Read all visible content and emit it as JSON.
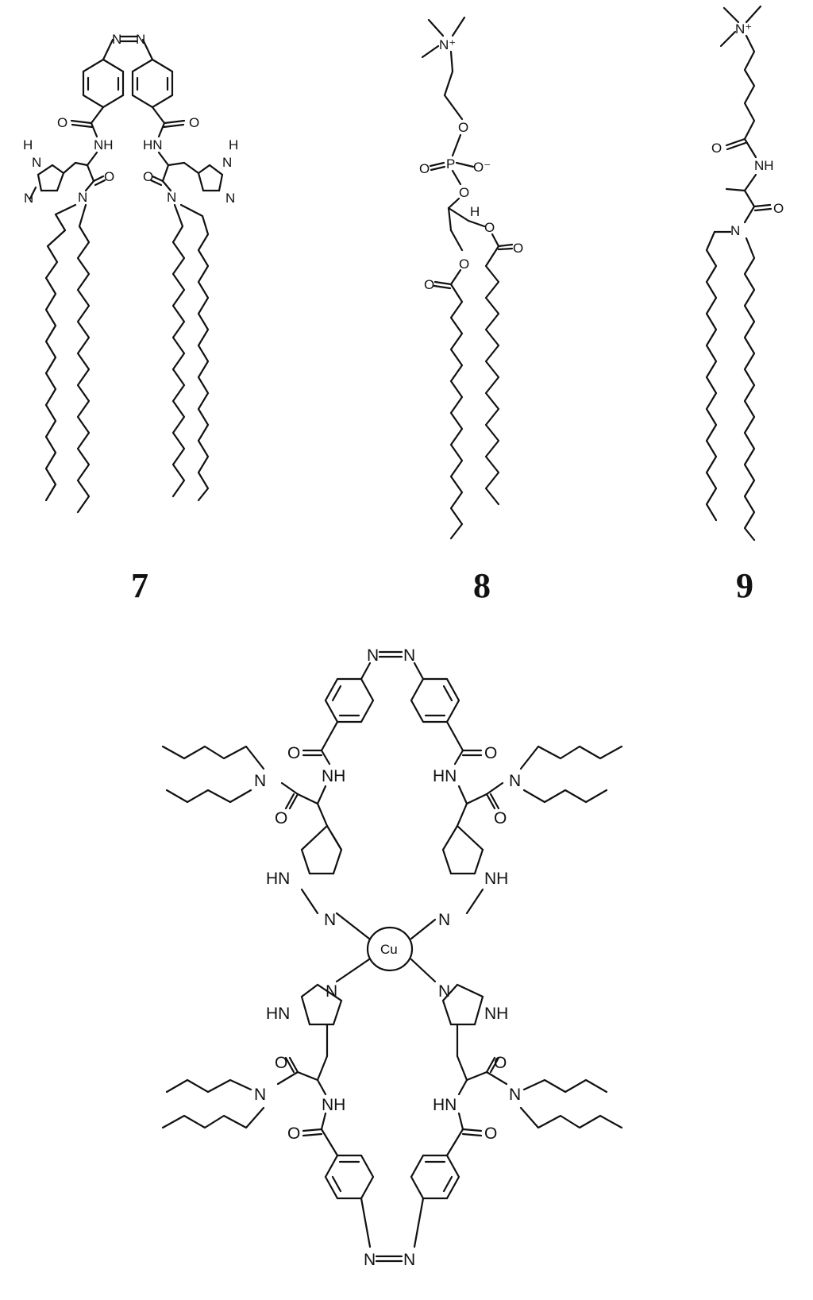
{
  "compounds": [
    {
      "label": "7"
    },
    {
      "label": "8"
    },
    {
      "label": "9"
    }
  ],
  "atoms": {
    "N": "N",
    "NH": "NH",
    "HN": "HN",
    "O": "O",
    "H": "H",
    "P": "P",
    "O_minus": "O⁻",
    "N_plus": "N⁺",
    "Cu": "Cu"
  },
  "complex": {
    "metal": "Cu"
  }
}
